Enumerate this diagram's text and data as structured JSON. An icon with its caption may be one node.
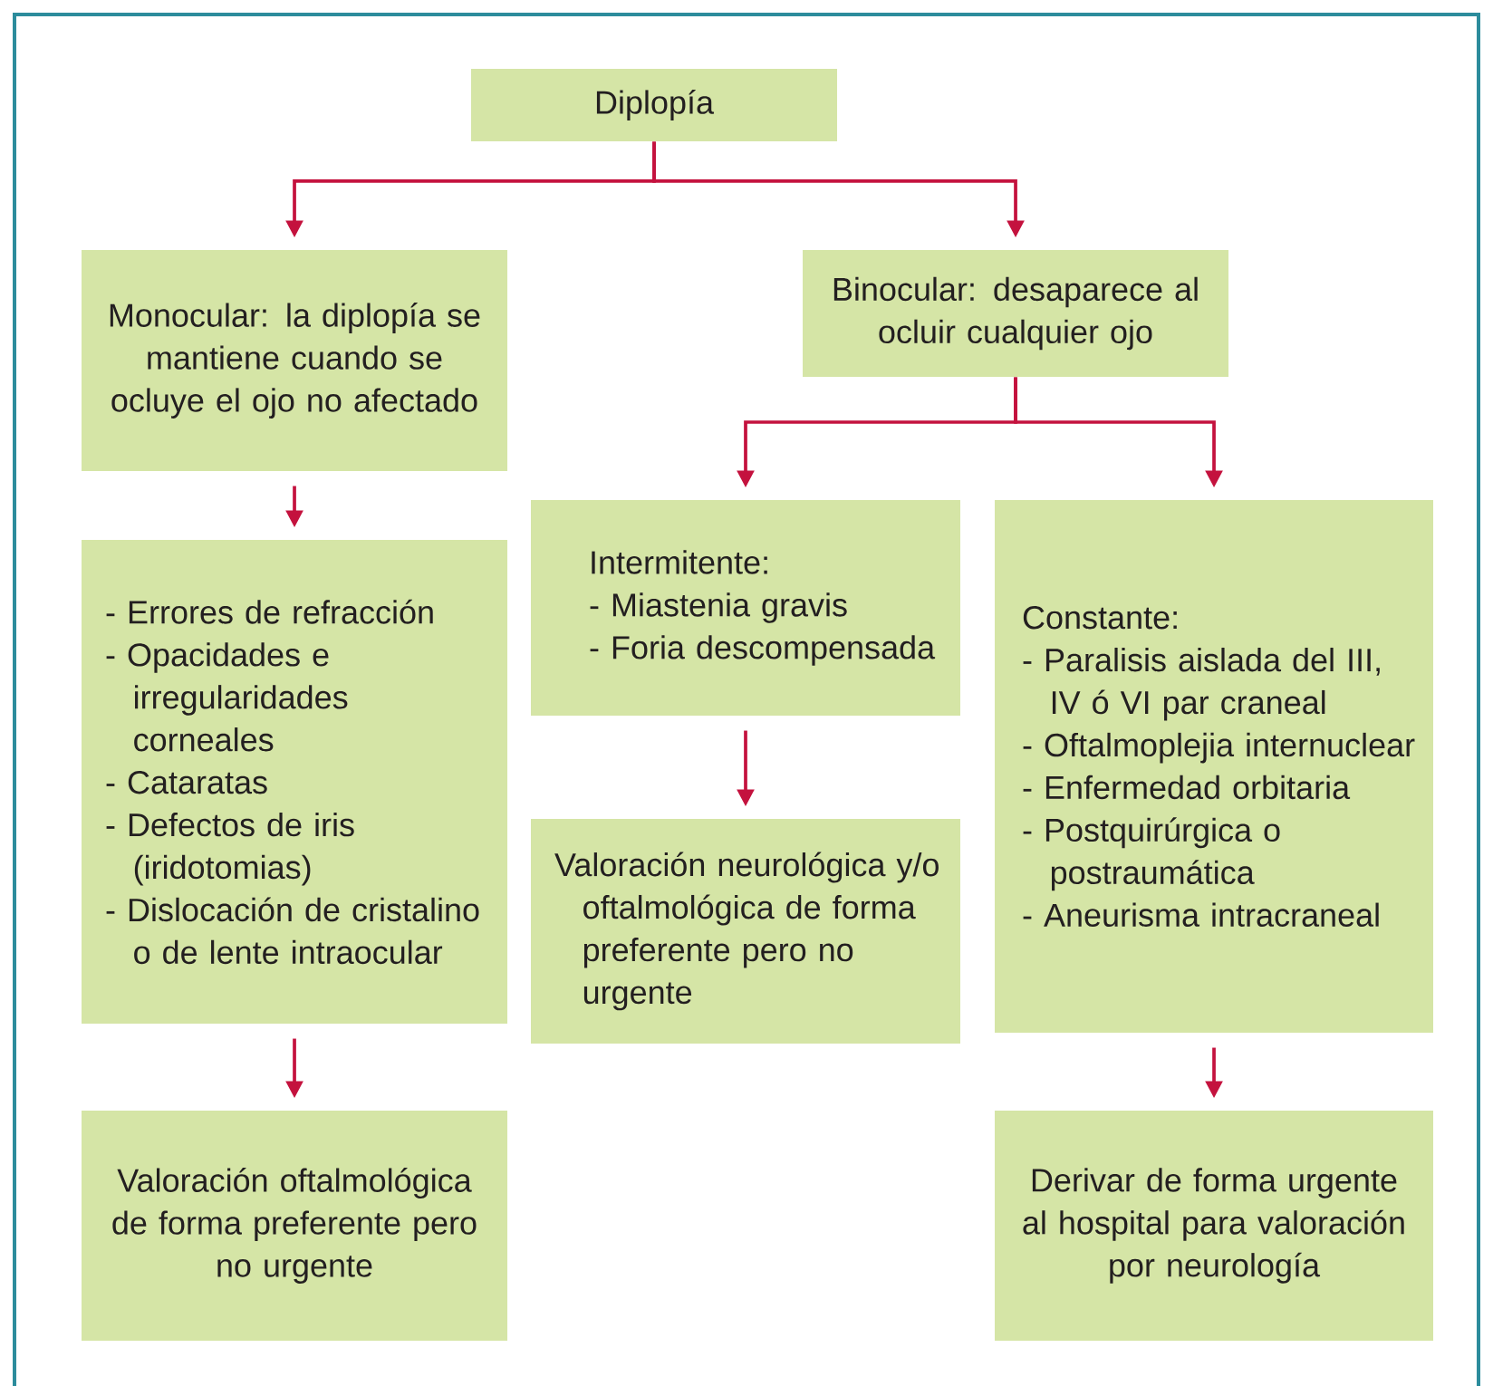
{
  "diagram": {
    "nodes": [
      {
        "text": [
          "Diplopía"
        ]
      },
      {
        "text": [
          "Monocular: la diplopía se mantiene cuando se ocluye el ojo no afectado"
        ]
      },
      {
        "text": [
          "Binocular: desaparece al ocluir cualquier ojo"
        ]
      },
      {
        "text": [
          "- Errores de refracción",
          "- Opacidades e irregularidades corneales",
          "- Cataratas",
          "- Defectos de iris (iridotomias)",
          "- Dislocación de cristalino o de lente intraocular"
        ]
      },
      {
        "text": [
          "Intermitente:",
          "- Miastenia gravis",
          "- Foria descompensada"
        ]
      },
      {
        "text": [
          "Constante:",
          "- Paralisis aislada del III, IV ó VI par craneal",
          "- Oftalmoplejia internuclear",
          "- Enfermedad orbitaria",
          "- Postquirúrgica o postraumática",
          "- Aneurisma intracraneal"
        ]
      },
      {
        "text": [
          "Valoración neurológica y/o oftalmológica de forma preferente pero no urgente"
        ]
      },
      {
        "text": [
          "Valoración oftalmológica de forma preferente pero no urgente"
        ]
      },
      {
        "text": [
          "Derivar de forma urgente al hospital para valoración por neurología"
        ]
      }
    ],
    "edges": [
      {
        "from": 0,
        "to": 1,
        "arrow": "to"
      },
      {
        "from": 0,
        "to": 2,
        "arrow": "to"
      },
      {
        "from": 1,
        "to": 3,
        "arrow": "to"
      },
      {
        "from": 3,
        "to": 7,
        "arrow": "to"
      },
      {
        "from": 2,
        "to": 4,
        "arrow": "to"
      },
      {
        "from": 2,
        "to": 5,
        "arrow": "to"
      },
      {
        "from": 4,
        "to": 6,
        "arrow": "to"
      },
      {
        "from": 5,
        "to": 8,
        "arrow": "to"
      }
    ]
  }
}
